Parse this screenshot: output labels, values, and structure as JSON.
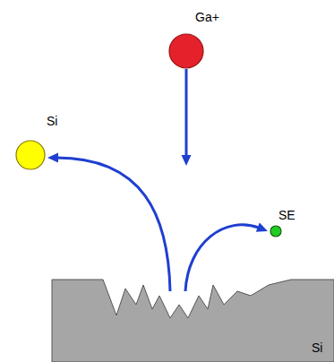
{
  "diagram": {
    "nodes": [
      {
        "text": [
          "Ga+"
        ]
      },
      {
        "text": [
          "Si"
        ]
      },
      {
        "text": [
          "SE"
        ]
      },
      {
        "text": [
          "Si"
        ]
      }
    ],
    "edges": [
      {
        "from": 0,
        "to": 3,
        "arrow": "to"
      },
      {
        "from": 3,
        "to": 1,
        "arrow": "to"
      },
      {
        "from": 3,
        "to": 2,
        "arrow": "to"
      }
    ]
  }
}
